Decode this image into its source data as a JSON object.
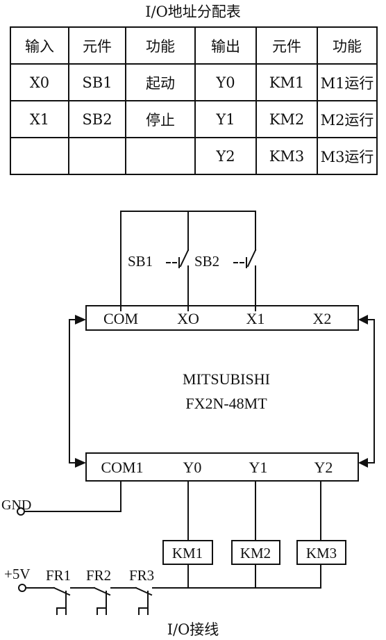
{
  "table": {
    "title": "I/O地址分配表",
    "headers": [
      "输入",
      "元件",
      "功能",
      "输出",
      "元件",
      "功能"
    ],
    "rows": [
      [
        "X0",
        "SB1",
        "起动",
        "Y0",
        "KM1",
        "M1运行"
      ],
      [
        "X1",
        "SB2",
        "停止",
        "Y1",
        "KM2",
        "M2运行"
      ],
      [
        "",
        "",
        "",
        "Y2",
        "KM3",
        "M3运行"
      ]
    ]
  },
  "diagram": {
    "plc": {
      "brand": "MITSUBISHI",
      "model": "FX2N-48MT",
      "input_terminals": [
        "COM",
        "XO",
        "X1",
        "X2"
      ],
      "output_terminals": [
        "COM1",
        "Y0",
        "Y1",
        "Y2"
      ]
    },
    "switches": [
      "SB1",
      "SB2"
    ],
    "coils": [
      "KM1",
      "KM2",
      "KM3"
    ],
    "overloads": [
      "FR1",
      "FR2",
      "FR3"
    ],
    "gnd_label": "GND",
    "supply_label": "+5V"
  },
  "caption": "I/O接线"
}
